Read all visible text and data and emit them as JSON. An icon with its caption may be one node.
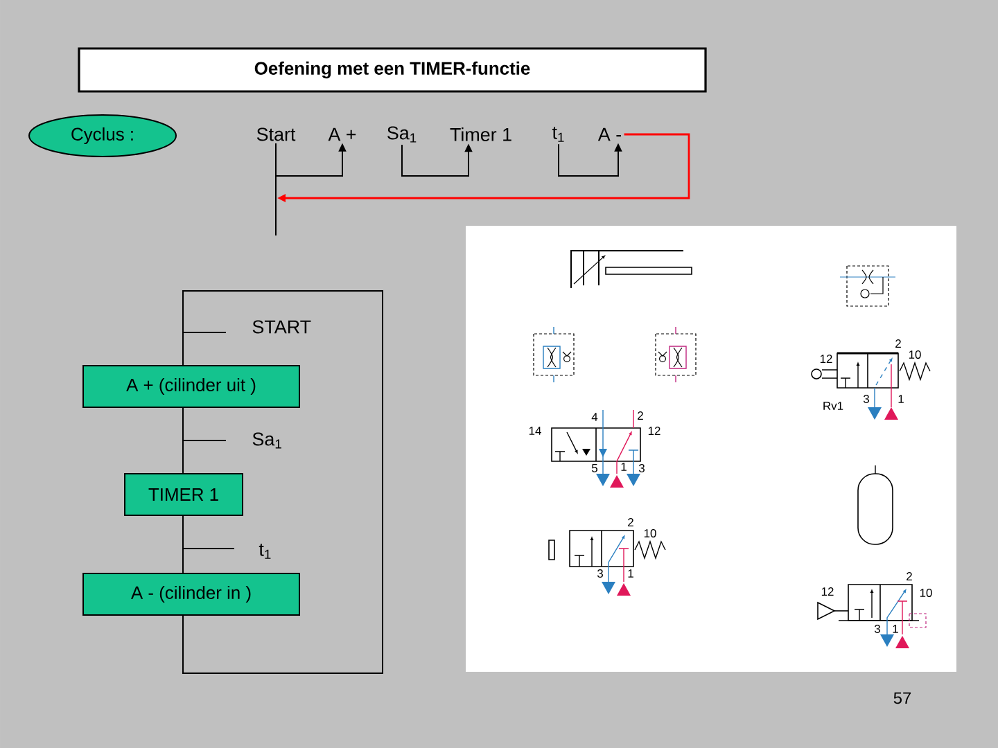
{
  "diagram": {
    "title": "Oefening met een TIMER-functie",
    "nodes": [
      {
        "text": [
          "Cyclus :"
        ]
      },
      {
        "text": [
          "Start"
        ]
      },
      {
        "text": [
          "A +"
        ]
      },
      {
        "text": [
          "Sa$_{1}$"
        ]
      },
      {
        "text": [
          "Timer 1"
        ]
      },
      {
        "text": [
          "t$_{1}$"
        ]
      },
      {
        "text": [
          "A -"
        ]
      },
      {
        "text": [
          "A + (cilinder uit )"
        ]
      },
      {
        "text": [
          "TIMER 1"
        ]
      },
      {
        "text": [
          "A - (cilinder in )"
        ]
      }
    ],
    "edges": [
      {
        "from": 1,
        "to": 2,
        "arrow": "to"
      },
      {
        "from": 3,
        "to": 4,
        "arrow": "to"
      },
      {
        "from": 5,
        "to": 6,
        "arrow": "to"
      },
      {
        "from": 6,
        "to": null,
        "arrow": "to",
        "color": "#ff0000"
      },
      {
        "from": 7,
        "to": 8,
        "arrow": "none"
      },
      {
        "from": 8,
        "to": 9,
        "arrow": "none"
      },
      {
        "from": 9,
        "to": 7,
        "arrow": "none"
      }
    ],
    "labels": [
      "START",
      "Sa$_{1}$",
      "t$_{1}$",
      "12",
      "2",
      "10",
      "Rv1",
      "3",
      "1",
      "14",
      "4",
      "2",
      "12",
      "5",
      "1",
      "3",
      "2",
      "10",
      "3",
      "1",
      "12",
      "2",
      "10",
      "3",
      "1",
      "57"
    ]
  }
}
